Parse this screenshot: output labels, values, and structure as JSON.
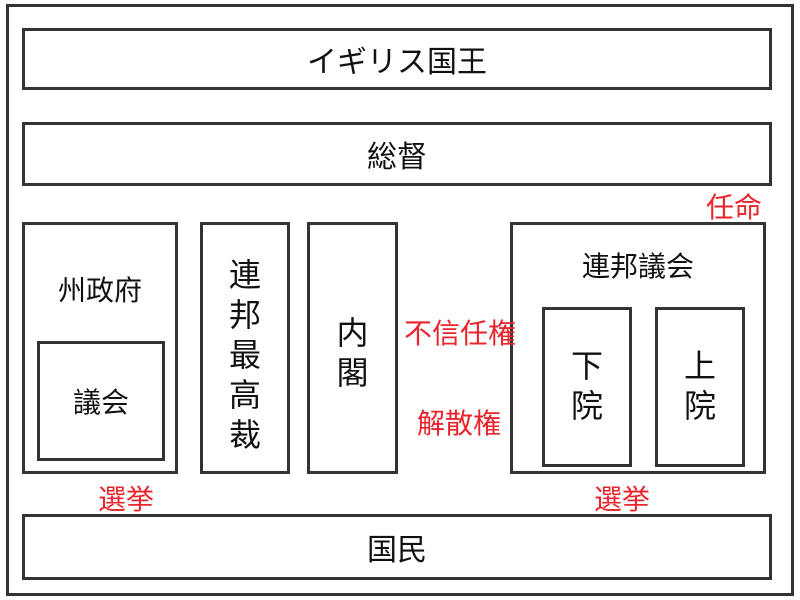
{
  "colors": {
    "border": "#333333",
    "accent": "#e8242c"
  },
  "nodes": {
    "monarch": "イギリス国王",
    "governor_general": "総督",
    "state_government": "州政府",
    "state_parliament": "議会",
    "high_court": "連邦最高裁",
    "cabinet": "内閣",
    "federal_parliament": "連邦議会",
    "lower_house": "下院",
    "upper_house": "上院",
    "people": "国民"
  },
  "arrows": {
    "appointment": "任命",
    "no_confidence": "不信任権",
    "dissolution": "解散権",
    "election_state": "選挙",
    "election_federal": "選挙"
  }
}
